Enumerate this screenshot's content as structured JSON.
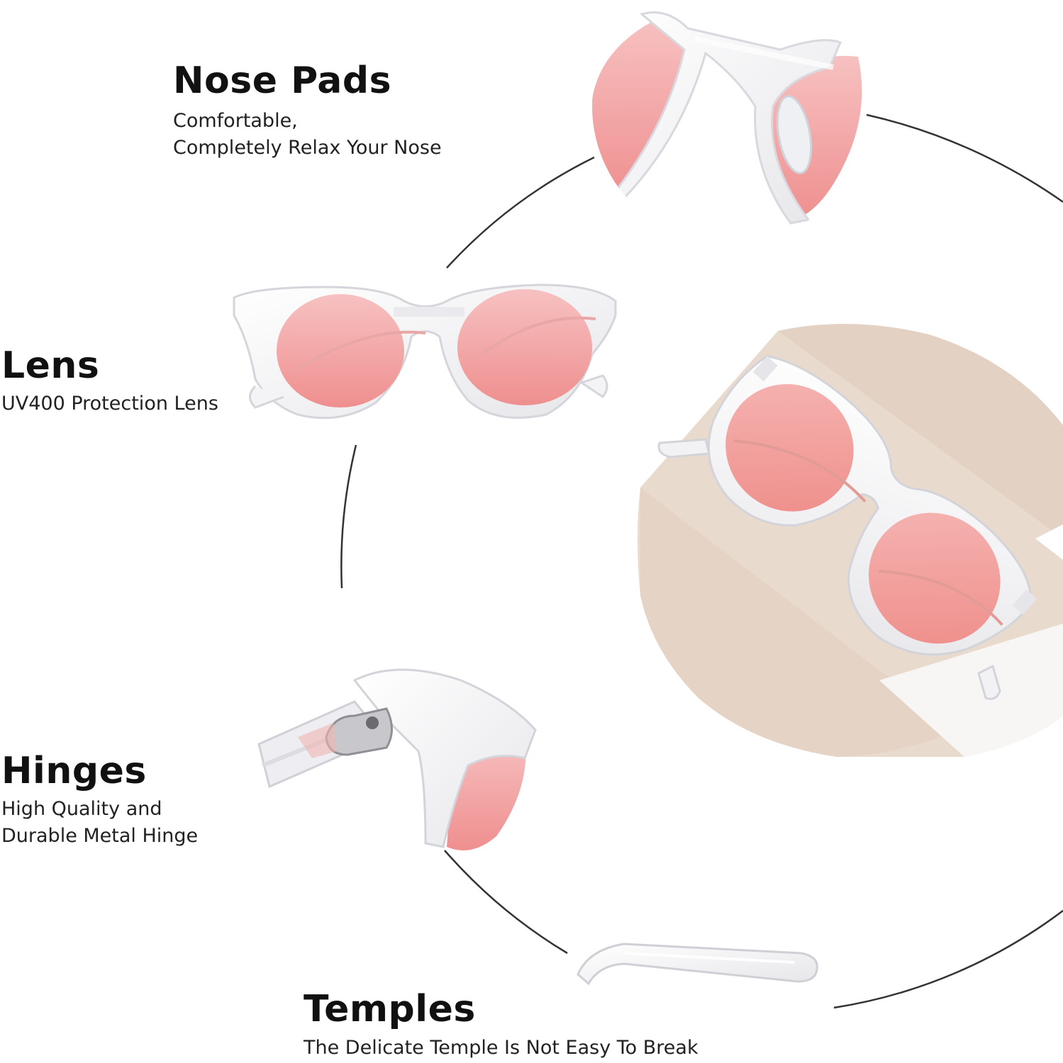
{
  "features": {
    "nose_pads": {
      "title": "Nose Pads",
      "lines": [
        "Comfortable,",
        "Completely Relax Your Nose"
      ]
    },
    "lens": {
      "title": "Lens",
      "lines": [
        "UV400 Protection Lens"
      ]
    },
    "hinges": {
      "title": "Hinges",
      "lines": [
        "High Quality and",
        "Durable Metal Hinge"
      ]
    },
    "temples": {
      "title": "Temples",
      "lines": [
        "The Delicate Temple Is Not Easy To Break"
      ]
    }
  },
  "colors": {
    "lens_pink": "#f29a9a",
    "frame_clear": "#f3f3f5",
    "backdrop_beige": "#e8d8cc",
    "guide_line": "#333333"
  },
  "icons": [
    "nose-pads-closeup",
    "front-glasses",
    "angled-glasses",
    "hinge-closeup",
    "temple-arm"
  ]
}
